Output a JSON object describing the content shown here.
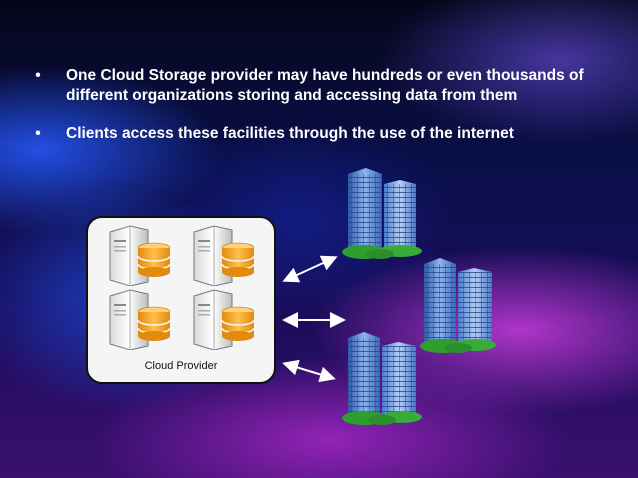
{
  "bullets": [
    "One Cloud Storage provider may have hundreds or even thousands of different organizations storing and accessing data from them",
    "Clients access these facilities through the use of the internet"
  ],
  "bullet_symbol": "•",
  "provider": {
    "label": "Cloud Provider",
    "servers": [
      "server-1",
      "server-2",
      "server-3",
      "server-4"
    ]
  },
  "clients": [
    "client-1",
    "client-2",
    "client-3"
  ],
  "colors": {
    "text": "#ffffff",
    "provider_bg": "#f5f5f5",
    "database": "#f5a623",
    "building": "#4a78c8",
    "grass": "#2e9e2e"
  }
}
